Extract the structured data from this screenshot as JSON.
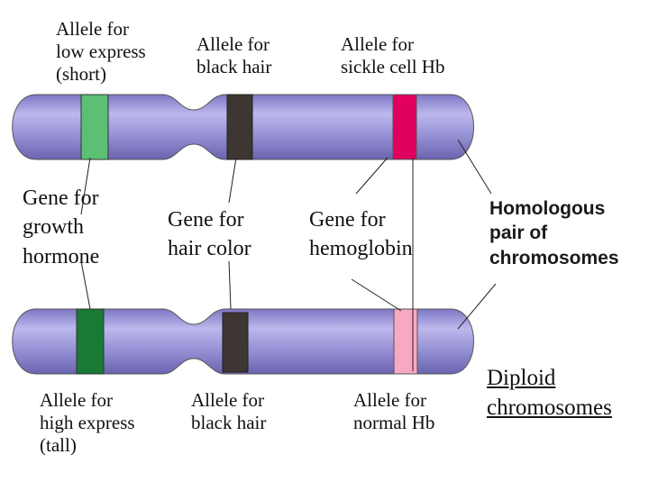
{
  "top_labels": {
    "growth_allele": "Allele for\nlow express\n(short)",
    "hair_allele": "Allele for\nblack hair",
    "hb_allele": "Allele for\nsickle cell Hb"
  },
  "gene_labels": {
    "growth": "Gene for\ngrowth\nhormone",
    "hair": "Gene for\nhair color",
    "hemoglobin": "Gene for\nhemoglobin"
  },
  "bottom_labels": {
    "growth_allele": "Allele for\nhigh express\n(tall)",
    "hair_allele": "Allele for\nblack hair",
    "hb_allele": "Allele for\nnormal Hb"
  },
  "side_labels": {
    "homologous": "Homologous\npair of\nchromosomes",
    "diploid": "Diploid\nchromosomes"
  },
  "colors": {
    "chromosome": "#9a94d8",
    "growth_top": "#5cbf73",
    "growth_bottom": "#1a7a35",
    "hair": "#3d3632",
    "sickle": "#e0005e",
    "normal_hb": "#f7a8c4"
  }
}
